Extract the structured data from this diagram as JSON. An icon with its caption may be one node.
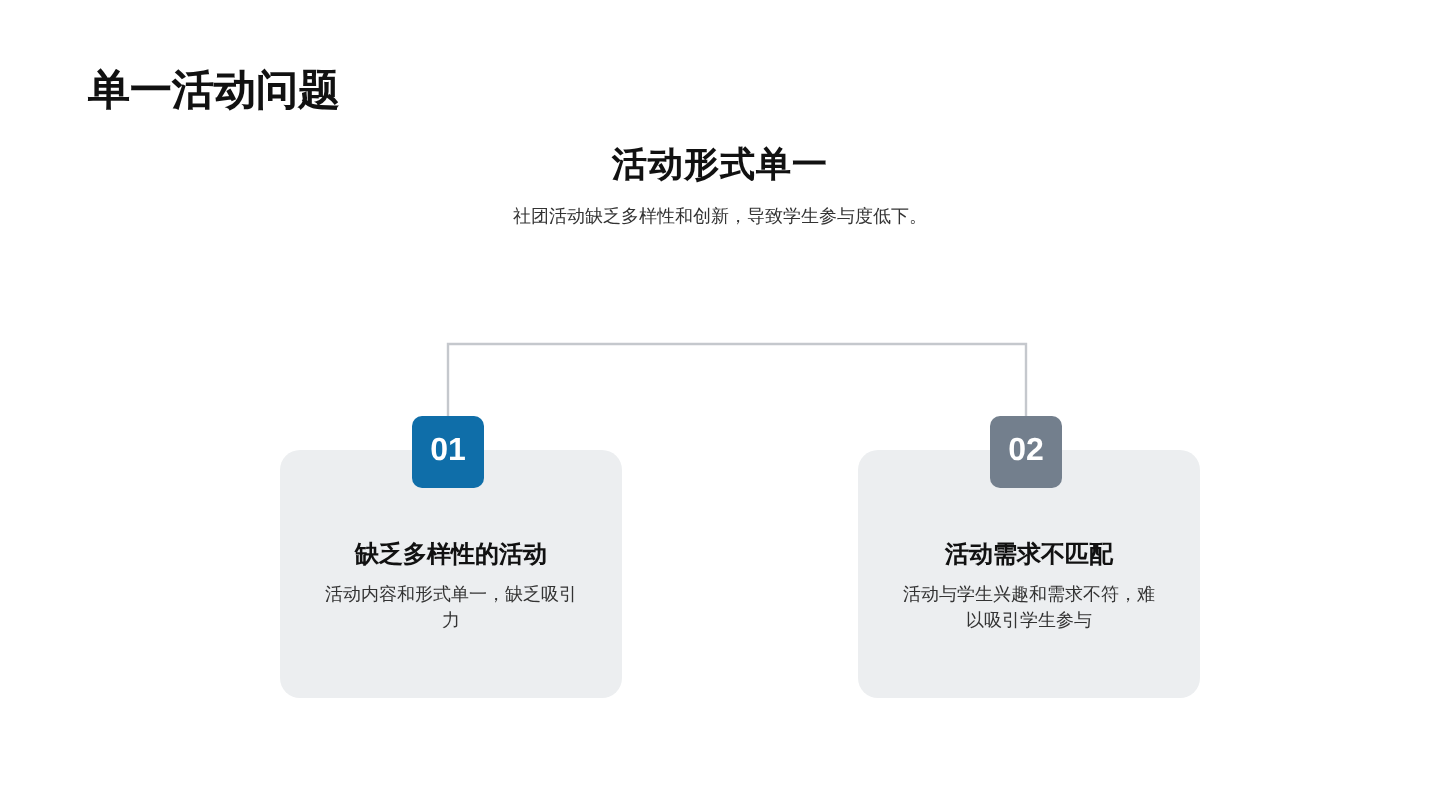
{
  "diagram": {
    "title": "单一活动问题",
    "nodes": [
      {
        "text": [
          "01"
        ]
      },
      {
        "text": [
          "缺乏多样性的活动",
          "活动内容和形式单一，缺乏吸引力"
        ]
      },
      {
        "text": [
          "02"
        ]
      },
      {
        "text": [
          "活动需求不匹配",
          "活动与学生兴趣和需求不符，难以吸引学生参与"
        ]
      }
    ],
    "edges": [
      {
        "from": 0,
        "to": 2,
        "arrow": "none"
      }
    ],
    "labels": [
      "活动形式单一",
      "社团活动缺乏多样性和创新，导致学生参与度低下。"
    ]
  }
}
